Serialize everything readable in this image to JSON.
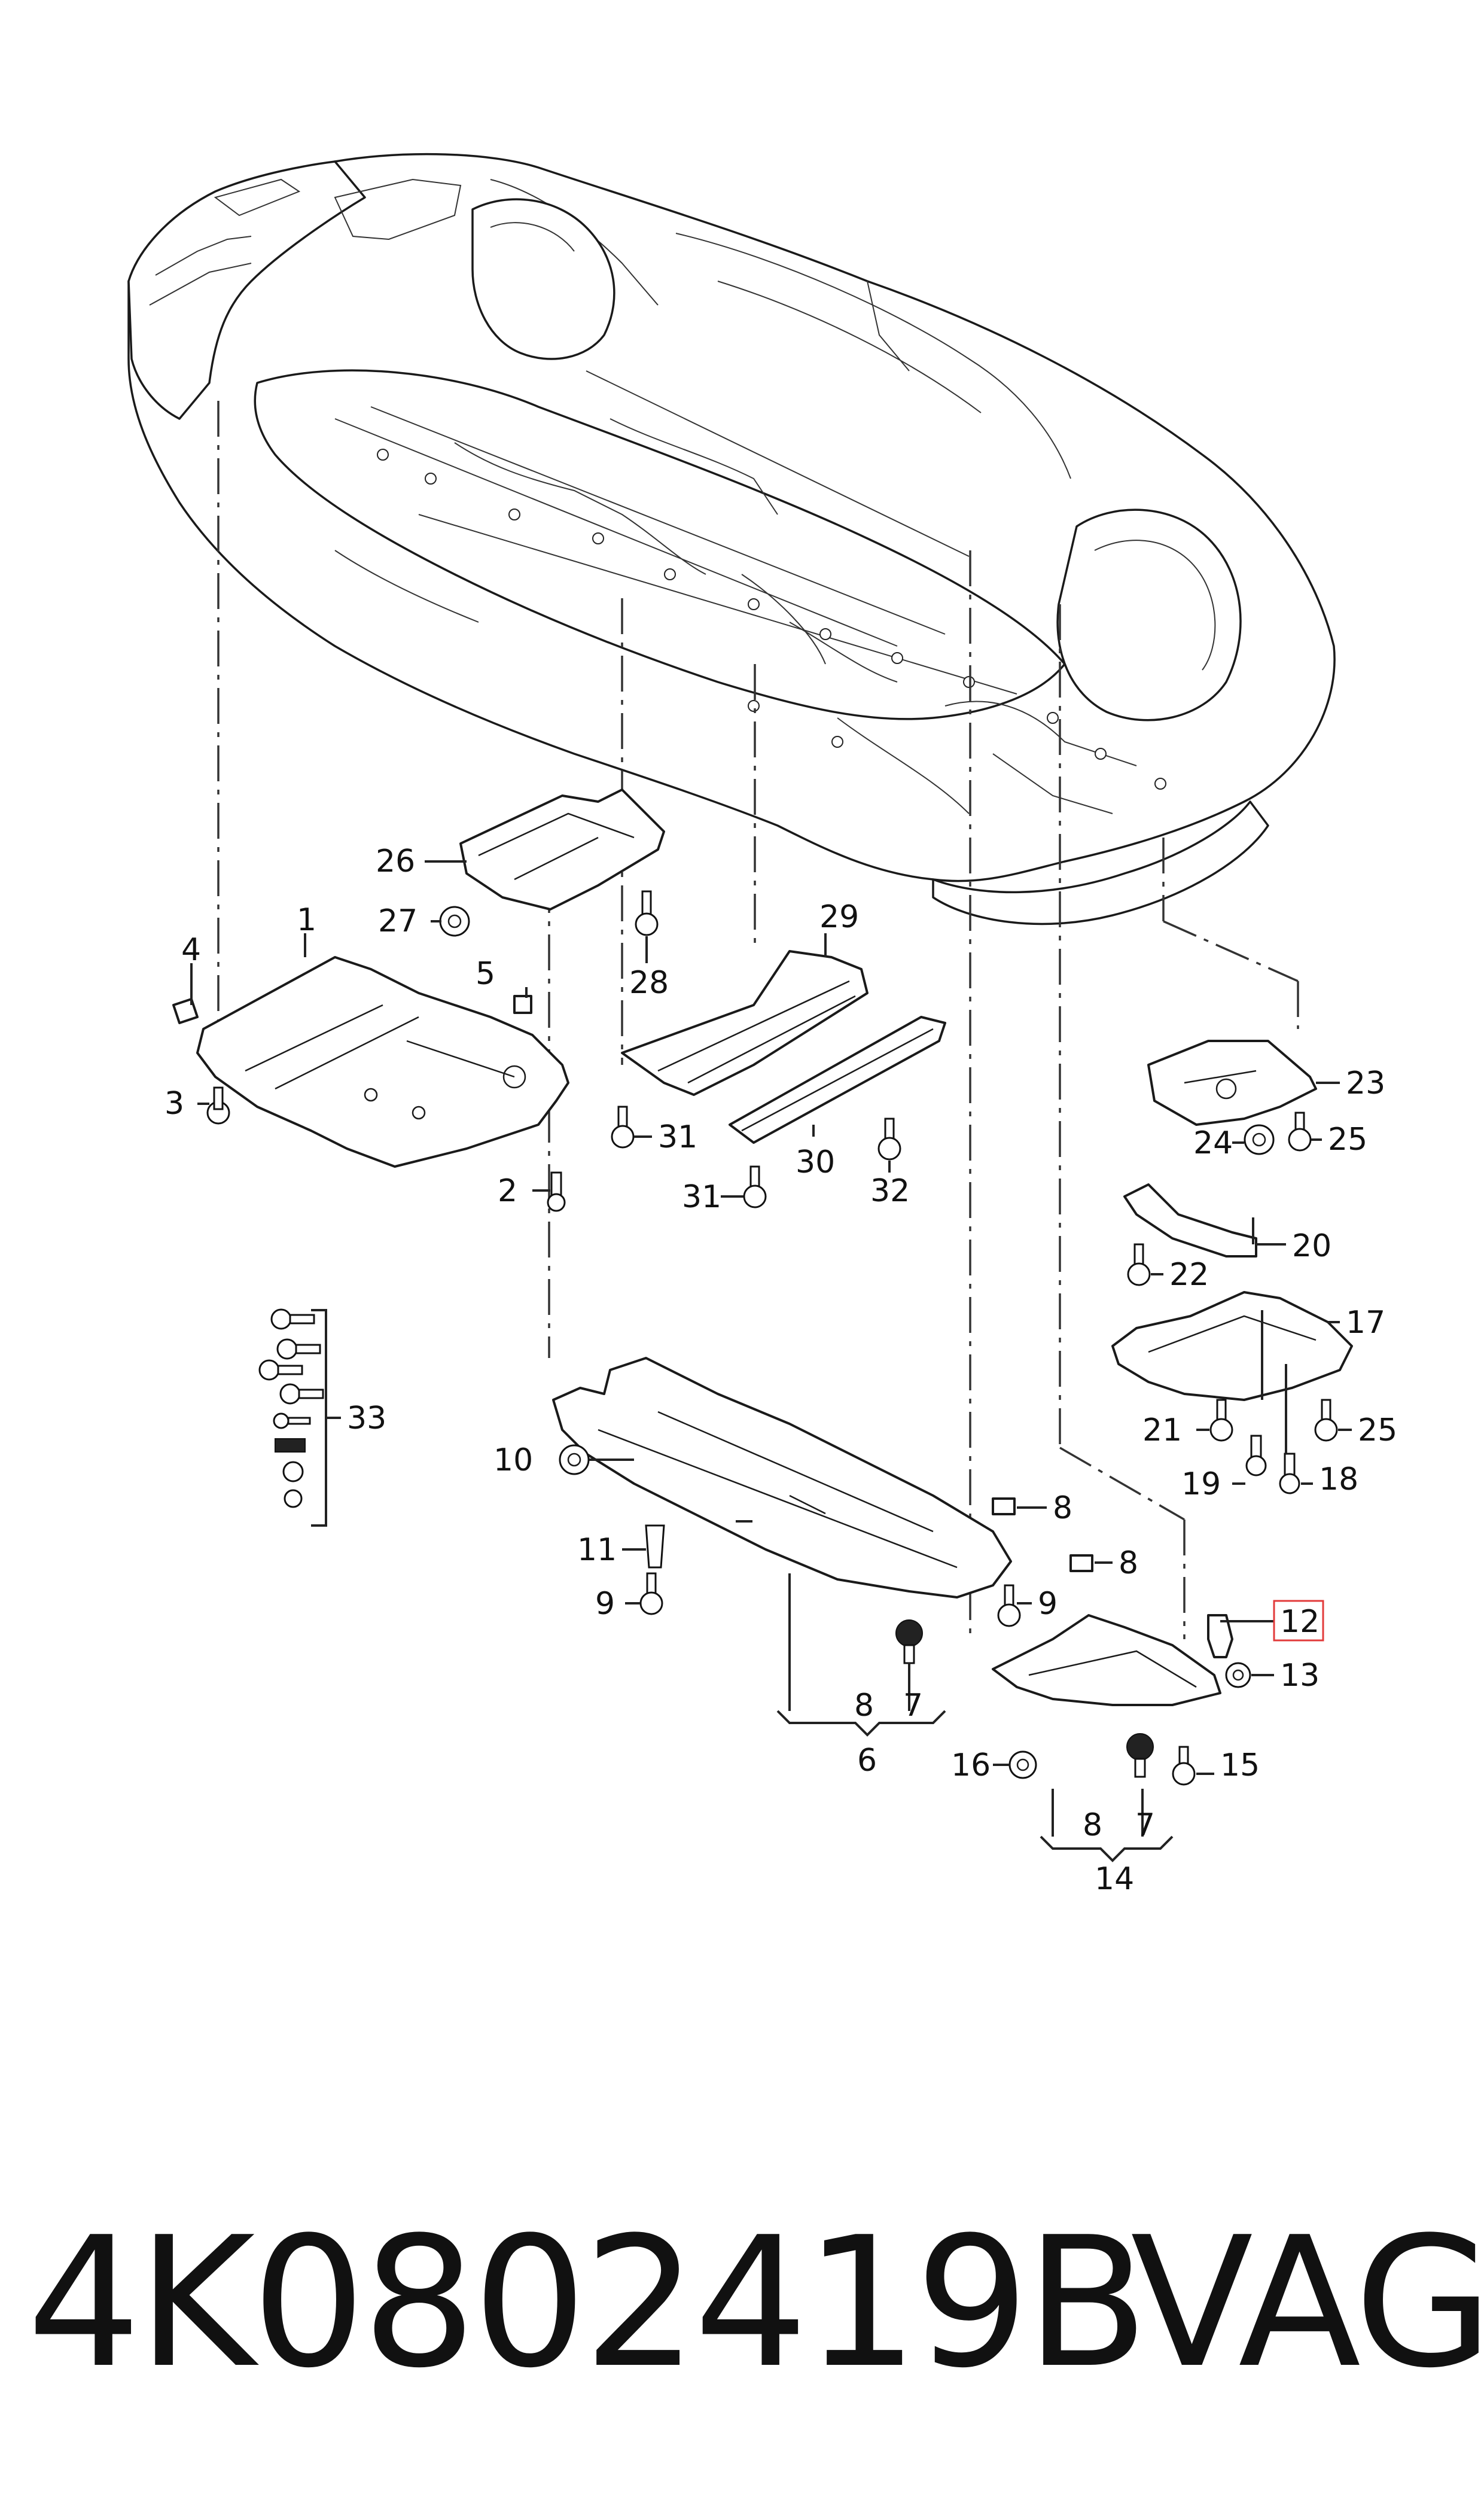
{
  "diagram": {
    "highlight_color": "#e23b3b",
    "labels": {
      "l1": "1",
      "l2": "2",
      "l3": "3",
      "l4": "4",
      "l5": "5",
      "l6": "6",
      "l7a": "7",
      "l7b": "7",
      "l8a": "8",
      "l8b": "8",
      "l8c": "8",
      "l8d": "8",
      "l9a": "9",
      "l9b": "9",
      "l10": "10",
      "l11": "11",
      "l12": "12",
      "l13": "13",
      "l14": "14",
      "l15": "15",
      "l16": "16",
      "l17": "17",
      "l18": "18",
      "l19": "19",
      "l20": "20",
      "l21": "21",
      "l22": "22",
      "l23": "23",
      "l24": "24",
      "l25a": "25",
      "l25b": "25",
      "l26": "26",
      "l27": "27",
      "l28": "28",
      "l29": "29",
      "l30": "30",
      "l31a": "31",
      "l31b": "31",
      "l32": "32",
      "l33": "33"
    }
  },
  "footer": {
    "part_number": "4K0802419B",
    "brand": "VAG"
  }
}
